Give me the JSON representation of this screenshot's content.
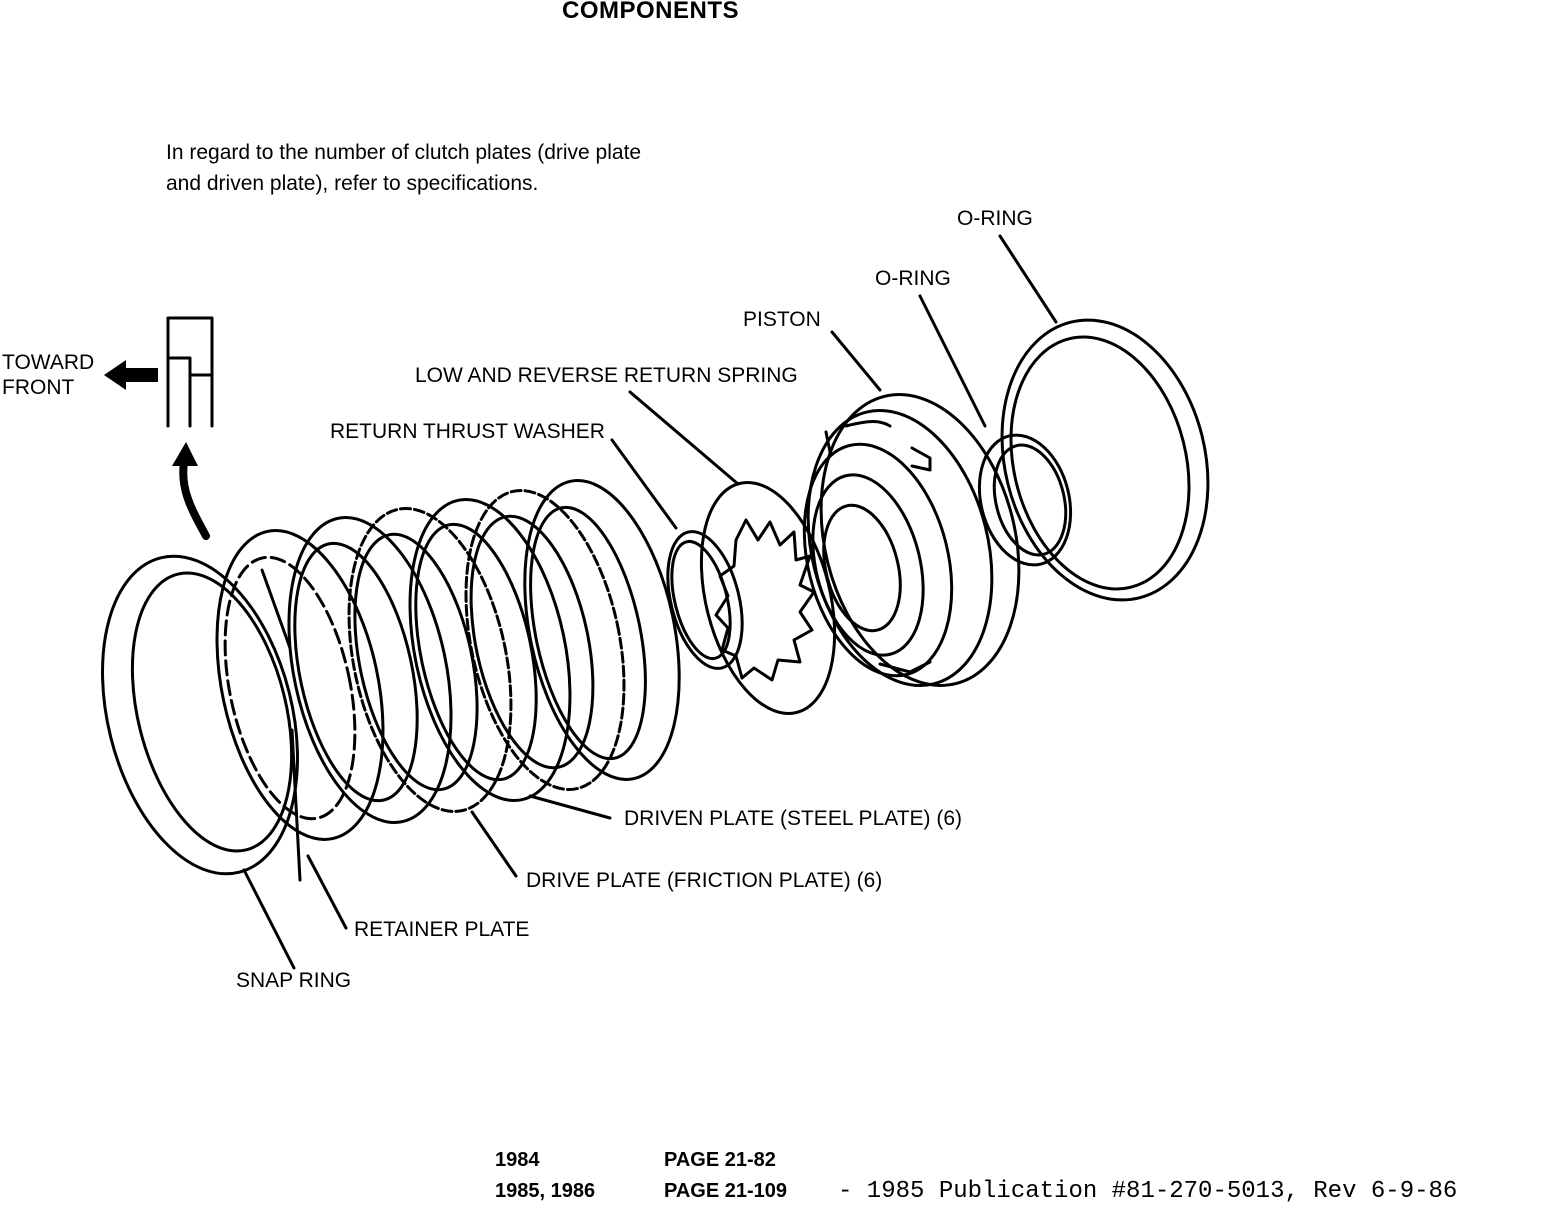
{
  "title": "COMPONENTS",
  "note": {
    "line1": "In regard to the number of clutch plates (drive plate",
    "line2": "and driven plate), refer to specifications."
  },
  "direction": {
    "line1": "TOWARD",
    "line2": "FRONT"
  },
  "labels": {
    "o_ring_outer": "O-RING",
    "o_ring_inner": "O-RING",
    "piston": "PISTON",
    "return_spring": "LOW AND REVERSE RETURN SPRING",
    "thrust_washer": "RETURN THRUST WASHER",
    "driven_plate": "DRIVEN PLATE (STEEL PLATE) (6)",
    "drive_plate": "DRIVE PLATE (FRICTION PLATE) (6)",
    "retainer_plate": "RETAINER PLATE",
    "snap_ring": "SNAP RING"
  },
  "footer": {
    "row1_year": "1984",
    "row1_page": "PAGE 21-82",
    "row2_year": "1985, 1986",
    "row2_page": "PAGE 21-109",
    "publication": "- 1985 Publication #81-270-5013, Rev 6-9-86"
  }
}
